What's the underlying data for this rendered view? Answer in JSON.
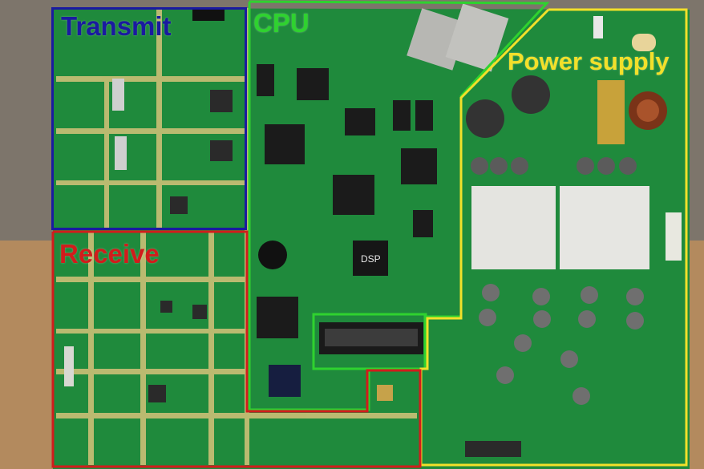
{
  "labels": {
    "transmit": "Transmit",
    "cpu": "CPU",
    "power_supply": "Power supply",
    "receive": "Receive"
  },
  "colors": {
    "transmit": "#1a1aa0",
    "cpu": "#2fd22f",
    "power_supply": "#f2e02a",
    "receive": "#d11c1c",
    "board": "#1d8a3a",
    "trace_gold": "#d6c37a"
  },
  "chips": {
    "dsp_marking": "DSP"
  }
}
